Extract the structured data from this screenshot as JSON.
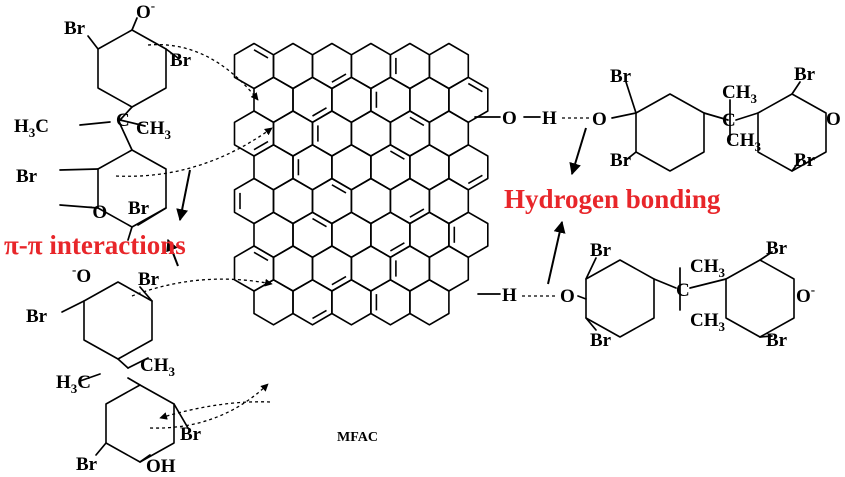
{
  "colors": {
    "label": "#e8262a",
    "ink": "#000000"
  },
  "labels": {
    "hydrogen": "Hydrogen bonding",
    "pi": "π-π interactions",
    "mfac": "MFAC"
  },
  "atoms": {
    "br": "Br",
    "o": "O",
    "h": "H",
    "oh": "OH",
    "minus": "-",
    "c": "C",
    "h3": "H",
    "three": "3",
    "ch": "CH"
  }
}
